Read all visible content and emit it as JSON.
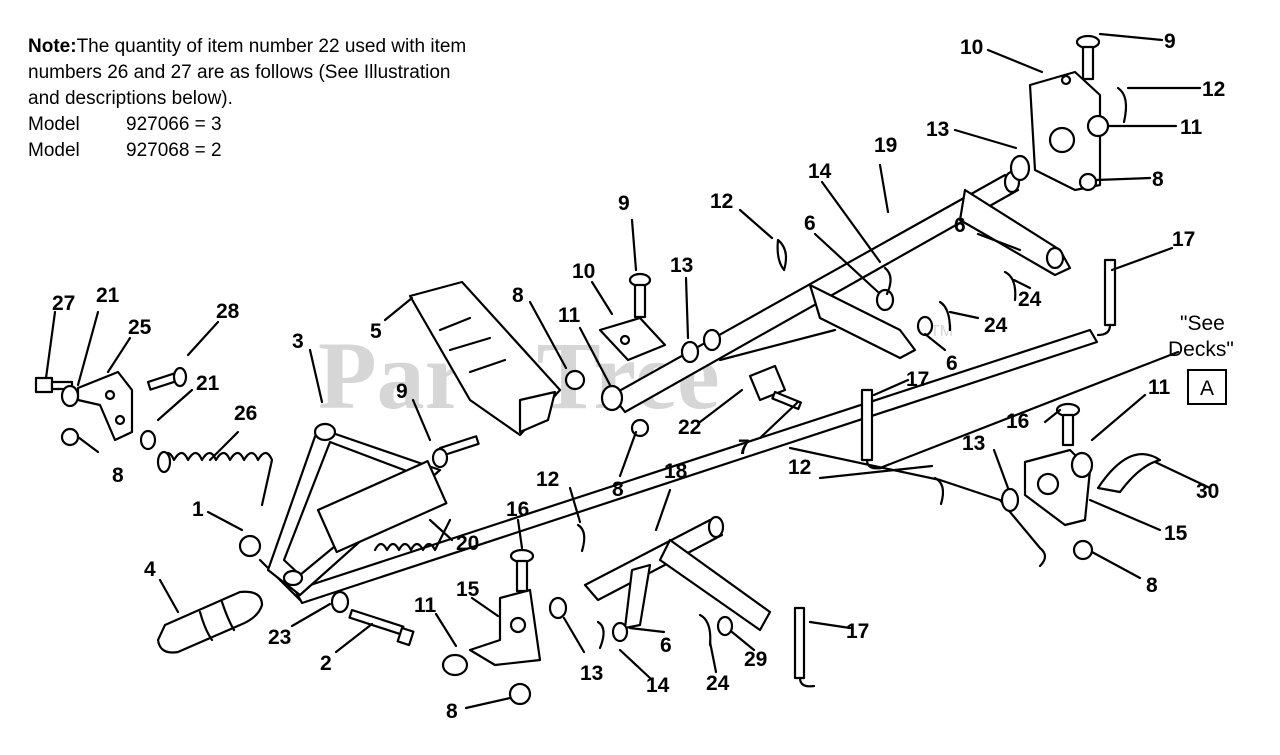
{
  "note": {
    "bold": "Note:",
    "lines": [
      "The quantity of item number 22 used with item",
      "numbers 26 and 27 are as follows (See Illustration",
      "and descriptions below)."
    ],
    "models": [
      {
        "label": "Model",
        "value": "927066 = 3"
      },
      {
        "label": "Model",
        "value": "927068 = 2"
      }
    ]
  },
  "see_decks": {
    "line1": "\"See",
    "line2": "Decks\"",
    "box": "A"
  },
  "watermark": {
    "text": "PartsTree",
    "tm": "TM"
  },
  "callouts": [
    {
      "label": "27"
    },
    {
      "label": "21"
    },
    {
      "label": "25"
    },
    {
      "label": "28"
    },
    {
      "label": "21"
    },
    {
      "label": "8"
    },
    {
      "label": "26"
    },
    {
      "label": "3"
    },
    {
      "label": "5"
    },
    {
      "label": "9"
    },
    {
      "label": "8"
    },
    {
      "label": "10"
    },
    {
      "label": "9"
    },
    {
      "label": "11"
    },
    {
      "label": "13"
    },
    {
      "label": "12"
    },
    {
      "label": "14"
    },
    {
      "label": "19"
    },
    {
      "label": "6"
    },
    {
      "label": "6"
    },
    {
      "label": "24"
    },
    {
      "label": "24"
    },
    {
      "label": "6"
    },
    {
      "label": "10"
    },
    {
      "label": "9"
    },
    {
      "label": "12"
    },
    {
      "label": "11"
    },
    {
      "label": "13"
    },
    {
      "label": "8"
    },
    {
      "label": "17"
    },
    {
      "label": "22"
    },
    {
      "label": "7"
    },
    {
      "label": "8"
    },
    {
      "label": "17"
    },
    {
      "label": "12"
    },
    {
      "label": "13"
    },
    {
      "label": "16"
    },
    {
      "label": "11"
    },
    {
      "label": "30"
    },
    {
      "label": "15"
    },
    {
      "label": "8"
    },
    {
      "label": "1"
    },
    {
      "label": "20"
    },
    {
      "label": "12"
    },
    {
      "label": "18"
    },
    {
      "label": "16"
    },
    {
      "label": "4"
    },
    {
      "label": "15"
    },
    {
      "label": "11"
    },
    {
      "label": "23"
    },
    {
      "label": "2"
    },
    {
      "label": "13"
    },
    {
      "label": "6"
    },
    {
      "label": "14"
    },
    {
      "label": "24"
    },
    {
      "label": "29"
    },
    {
      "label": "17"
    },
    {
      "label": "8"
    }
  ]
}
